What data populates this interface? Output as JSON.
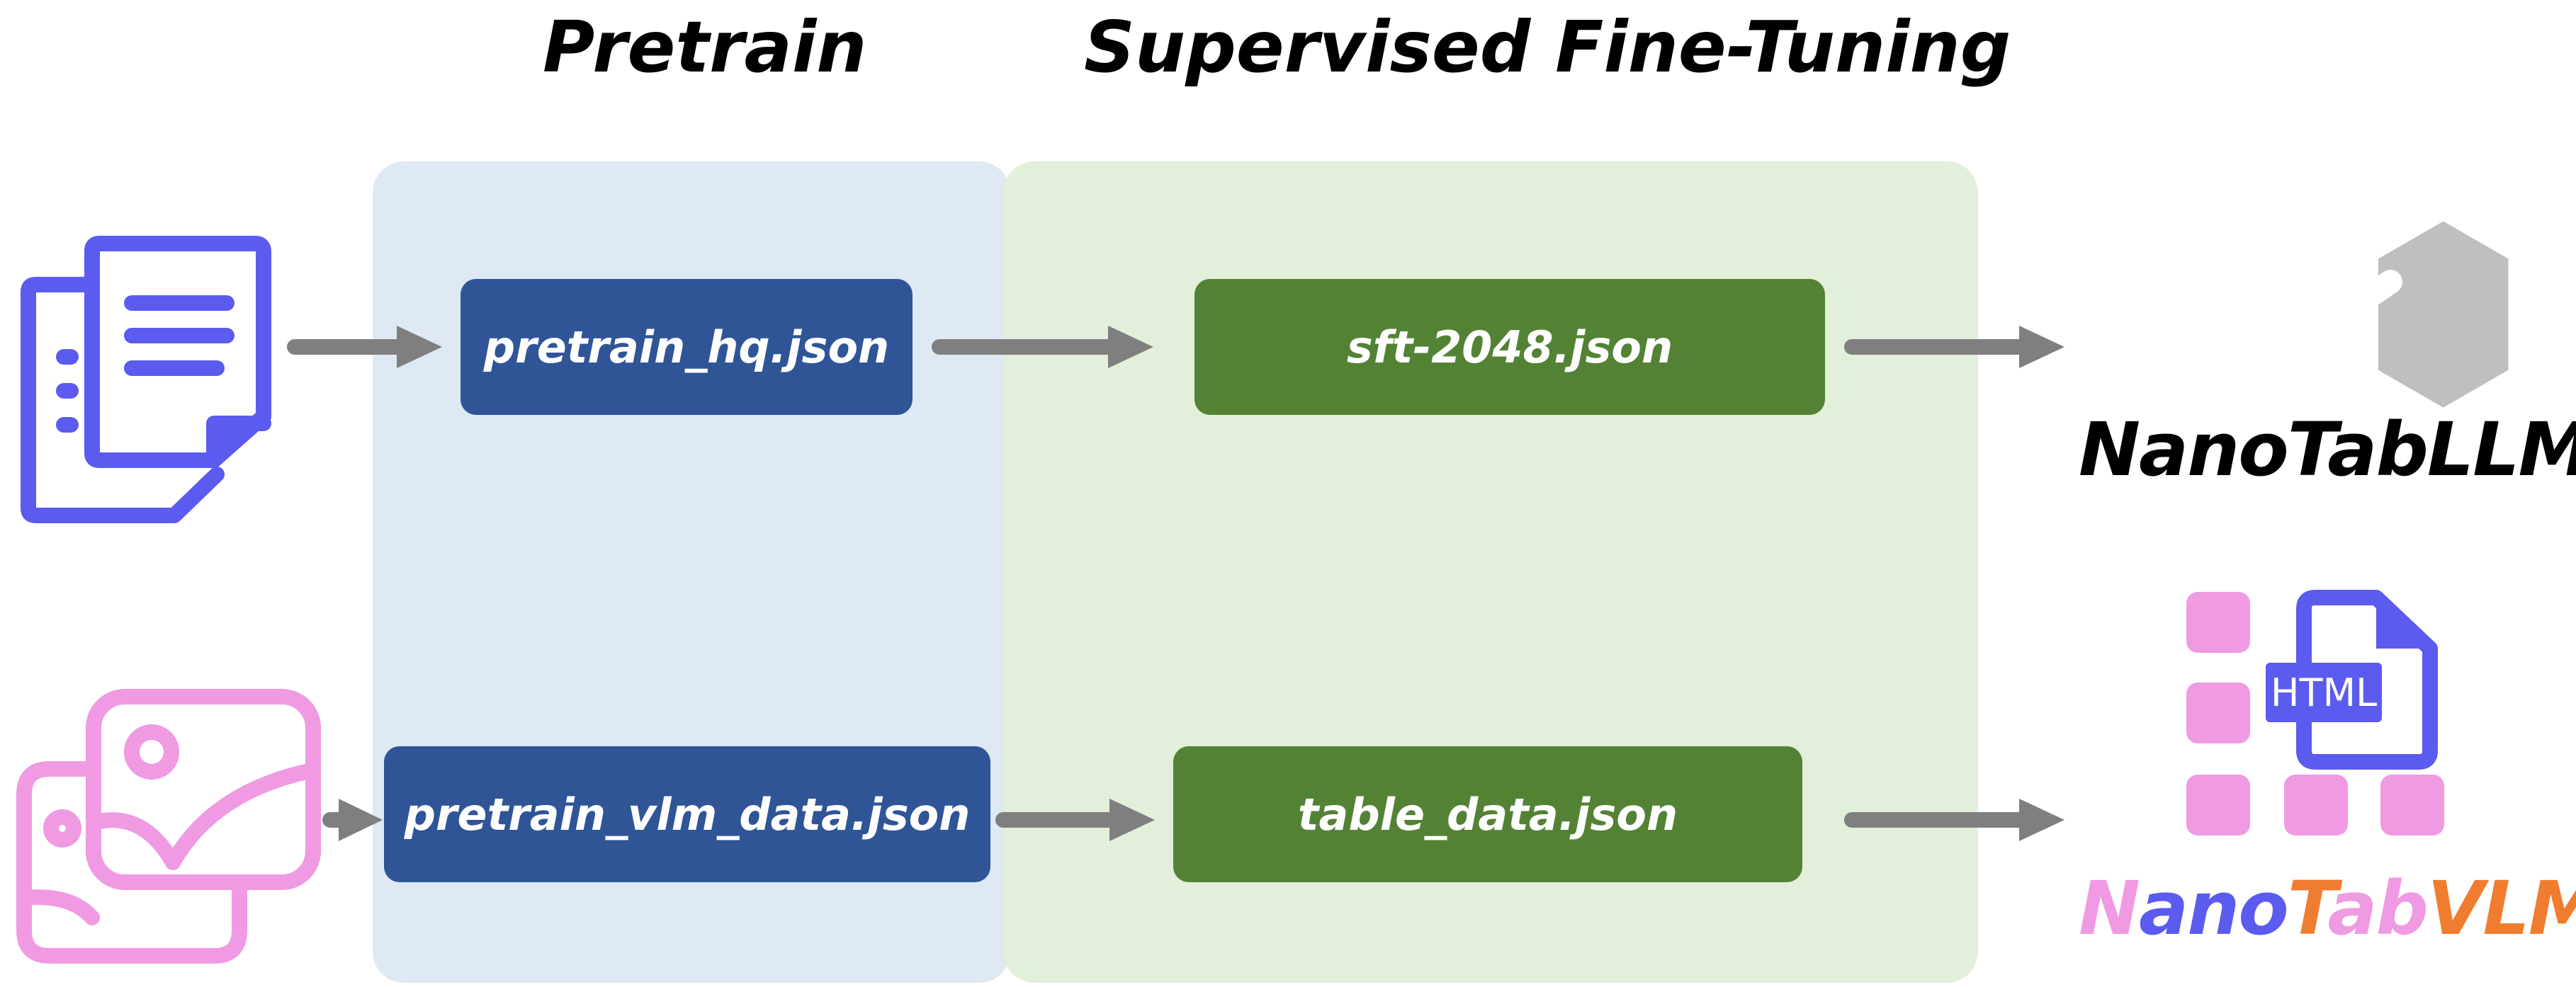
{
  "stages": {
    "pretrain": "Pretrain",
    "sft": "Supervised Fine-Tuning"
  },
  "nodes": {
    "pretrain_hq": "pretrain_hq.json",
    "sft_2048": "sft-2048.json",
    "pretrain_vlm": "pretrain_vlm_data.json",
    "table_data": "table_data.json"
  },
  "outputs": {
    "llm": "NanoTabLLM",
    "vlm": {
      "part1": "N",
      "part2": "ano",
      "part3": "T",
      "part4": "ab",
      "part5": "VLM"
    },
    "html_badge": "HTML"
  },
  "colors": {
    "pretrain_panel": "#dee9f4",
    "sft_panel": "#e2efda",
    "pretrain_node": "#2f5597",
    "sft_node": "#548235",
    "arrow": "#7f7f7f",
    "doc_icon": "#5b5bef",
    "image_icon": "#ef9ae3",
    "llm_icon": "#bfbfbf",
    "vlm_orange": "#f07c30"
  },
  "icons": [
    "document-icon",
    "image-icon",
    "llm-cube-icon",
    "html-table-icon"
  ]
}
